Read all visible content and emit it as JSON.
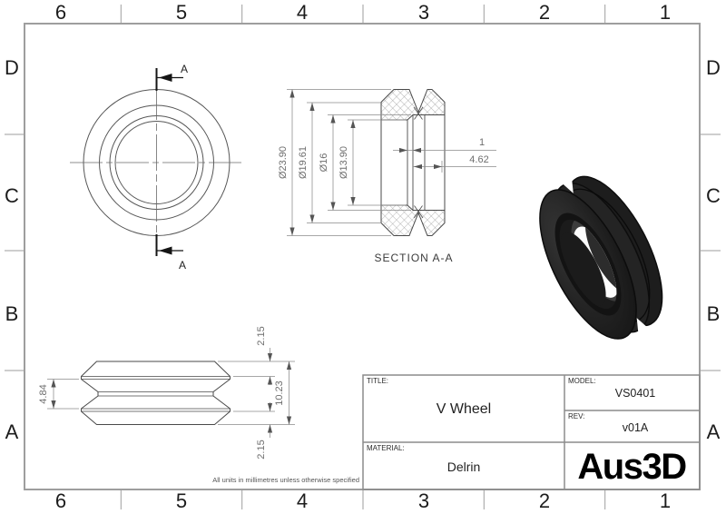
{
  "grid": {
    "cols": [
      "6",
      "5",
      "4",
      "3",
      "2",
      "1"
    ],
    "rows": [
      "D",
      "C",
      "B",
      "A"
    ]
  },
  "front_view": {
    "section_arrow_label": "A"
  },
  "section_view": {
    "label": "SECTION A-A",
    "dim_od": "Ø23.90",
    "dim_groove_root": "Ø19.61",
    "dim_counterbore": "Ø16",
    "dim_bore": "Ø13.90",
    "dim_groove_root_width": "1",
    "dim_counterbore_depth": "4.62"
  },
  "side_view": {
    "dim_groove_height": "4.84",
    "dim_chamfer_top": "2.15",
    "dim_overall_width": "10.23",
    "dim_chamfer_bottom": "2.15"
  },
  "notes": {
    "units": "All units in millimetres unless otherwise specified"
  },
  "title_block": {
    "title_label": "TITLE:",
    "title_value": "V Wheel",
    "model_label": "MODEL:",
    "model_value": "VS0401",
    "rev_label": "REV:",
    "rev_value": "v01A",
    "material_label": "MATERIAL:",
    "material_value": "Delrin",
    "logo": "Aus3D"
  },
  "colors": {
    "frame": "#9e9e9e",
    "drawing_line": "#4a4a4a",
    "dimension_line": "#8a8a8a",
    "wheel_black": "#1e1e1e",
    "text": "#1c1c1c"
  }
}
